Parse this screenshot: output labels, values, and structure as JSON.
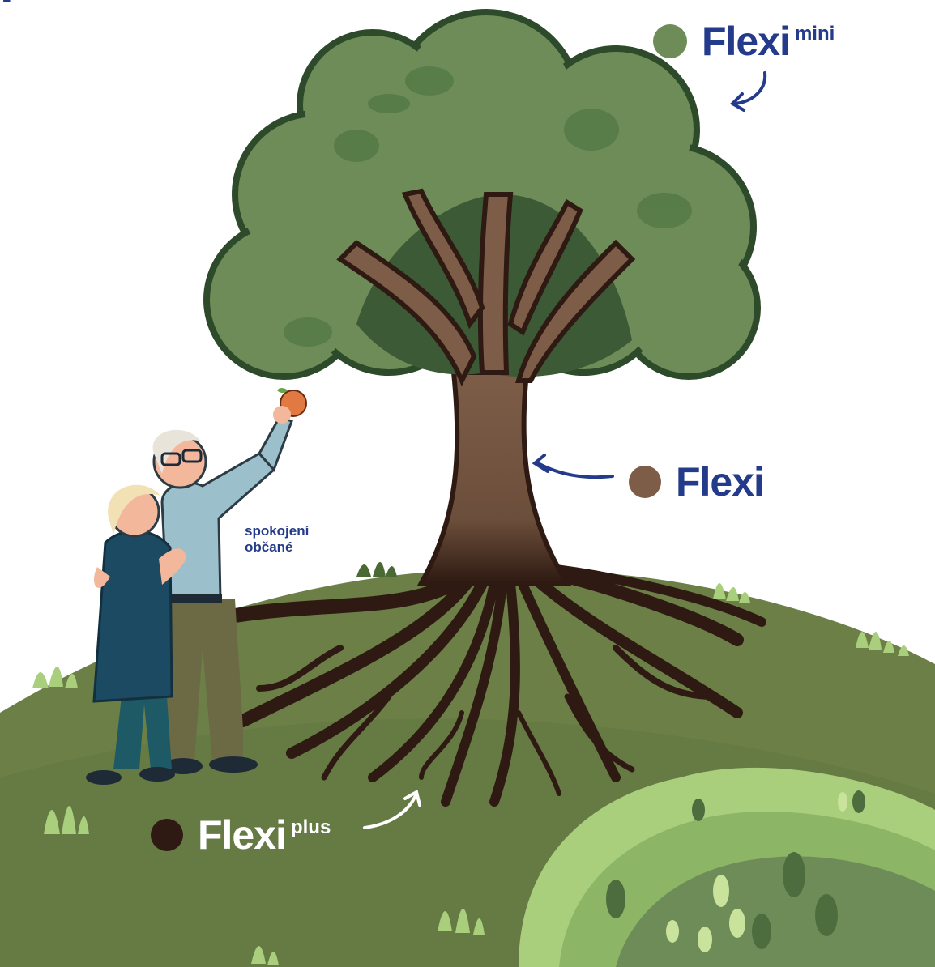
{
  "labels": {
    "mini": {
      "word": "Flexi",
      "suffix": "mini"
    },
    "flexi": {
      "word": "Flexi"
    },
    "plus": {
      "word": "Flexi",
      "suffix": "plus"
    }
  },
  "citizens_caption": {
    "line1": "spokojení",
    "line2": "občané"
  },
  "colors": {
    "brand_blue": "#233b8a",
    "crown_green": "#6d8c58",
    "crown_outline": "#2d4a2a",
    "trunk_brown": "#7d5d48",
    "root_dark": "#2e1a12",
    "hill_green": "#6b7f47",
    "bush_light": "#a9cf7d",
    "white": "#ffffff"
  },
  "icons": {
    "leaf_dot": "circle",
    "arrow": "curved-arrow-icon"
  }
}
